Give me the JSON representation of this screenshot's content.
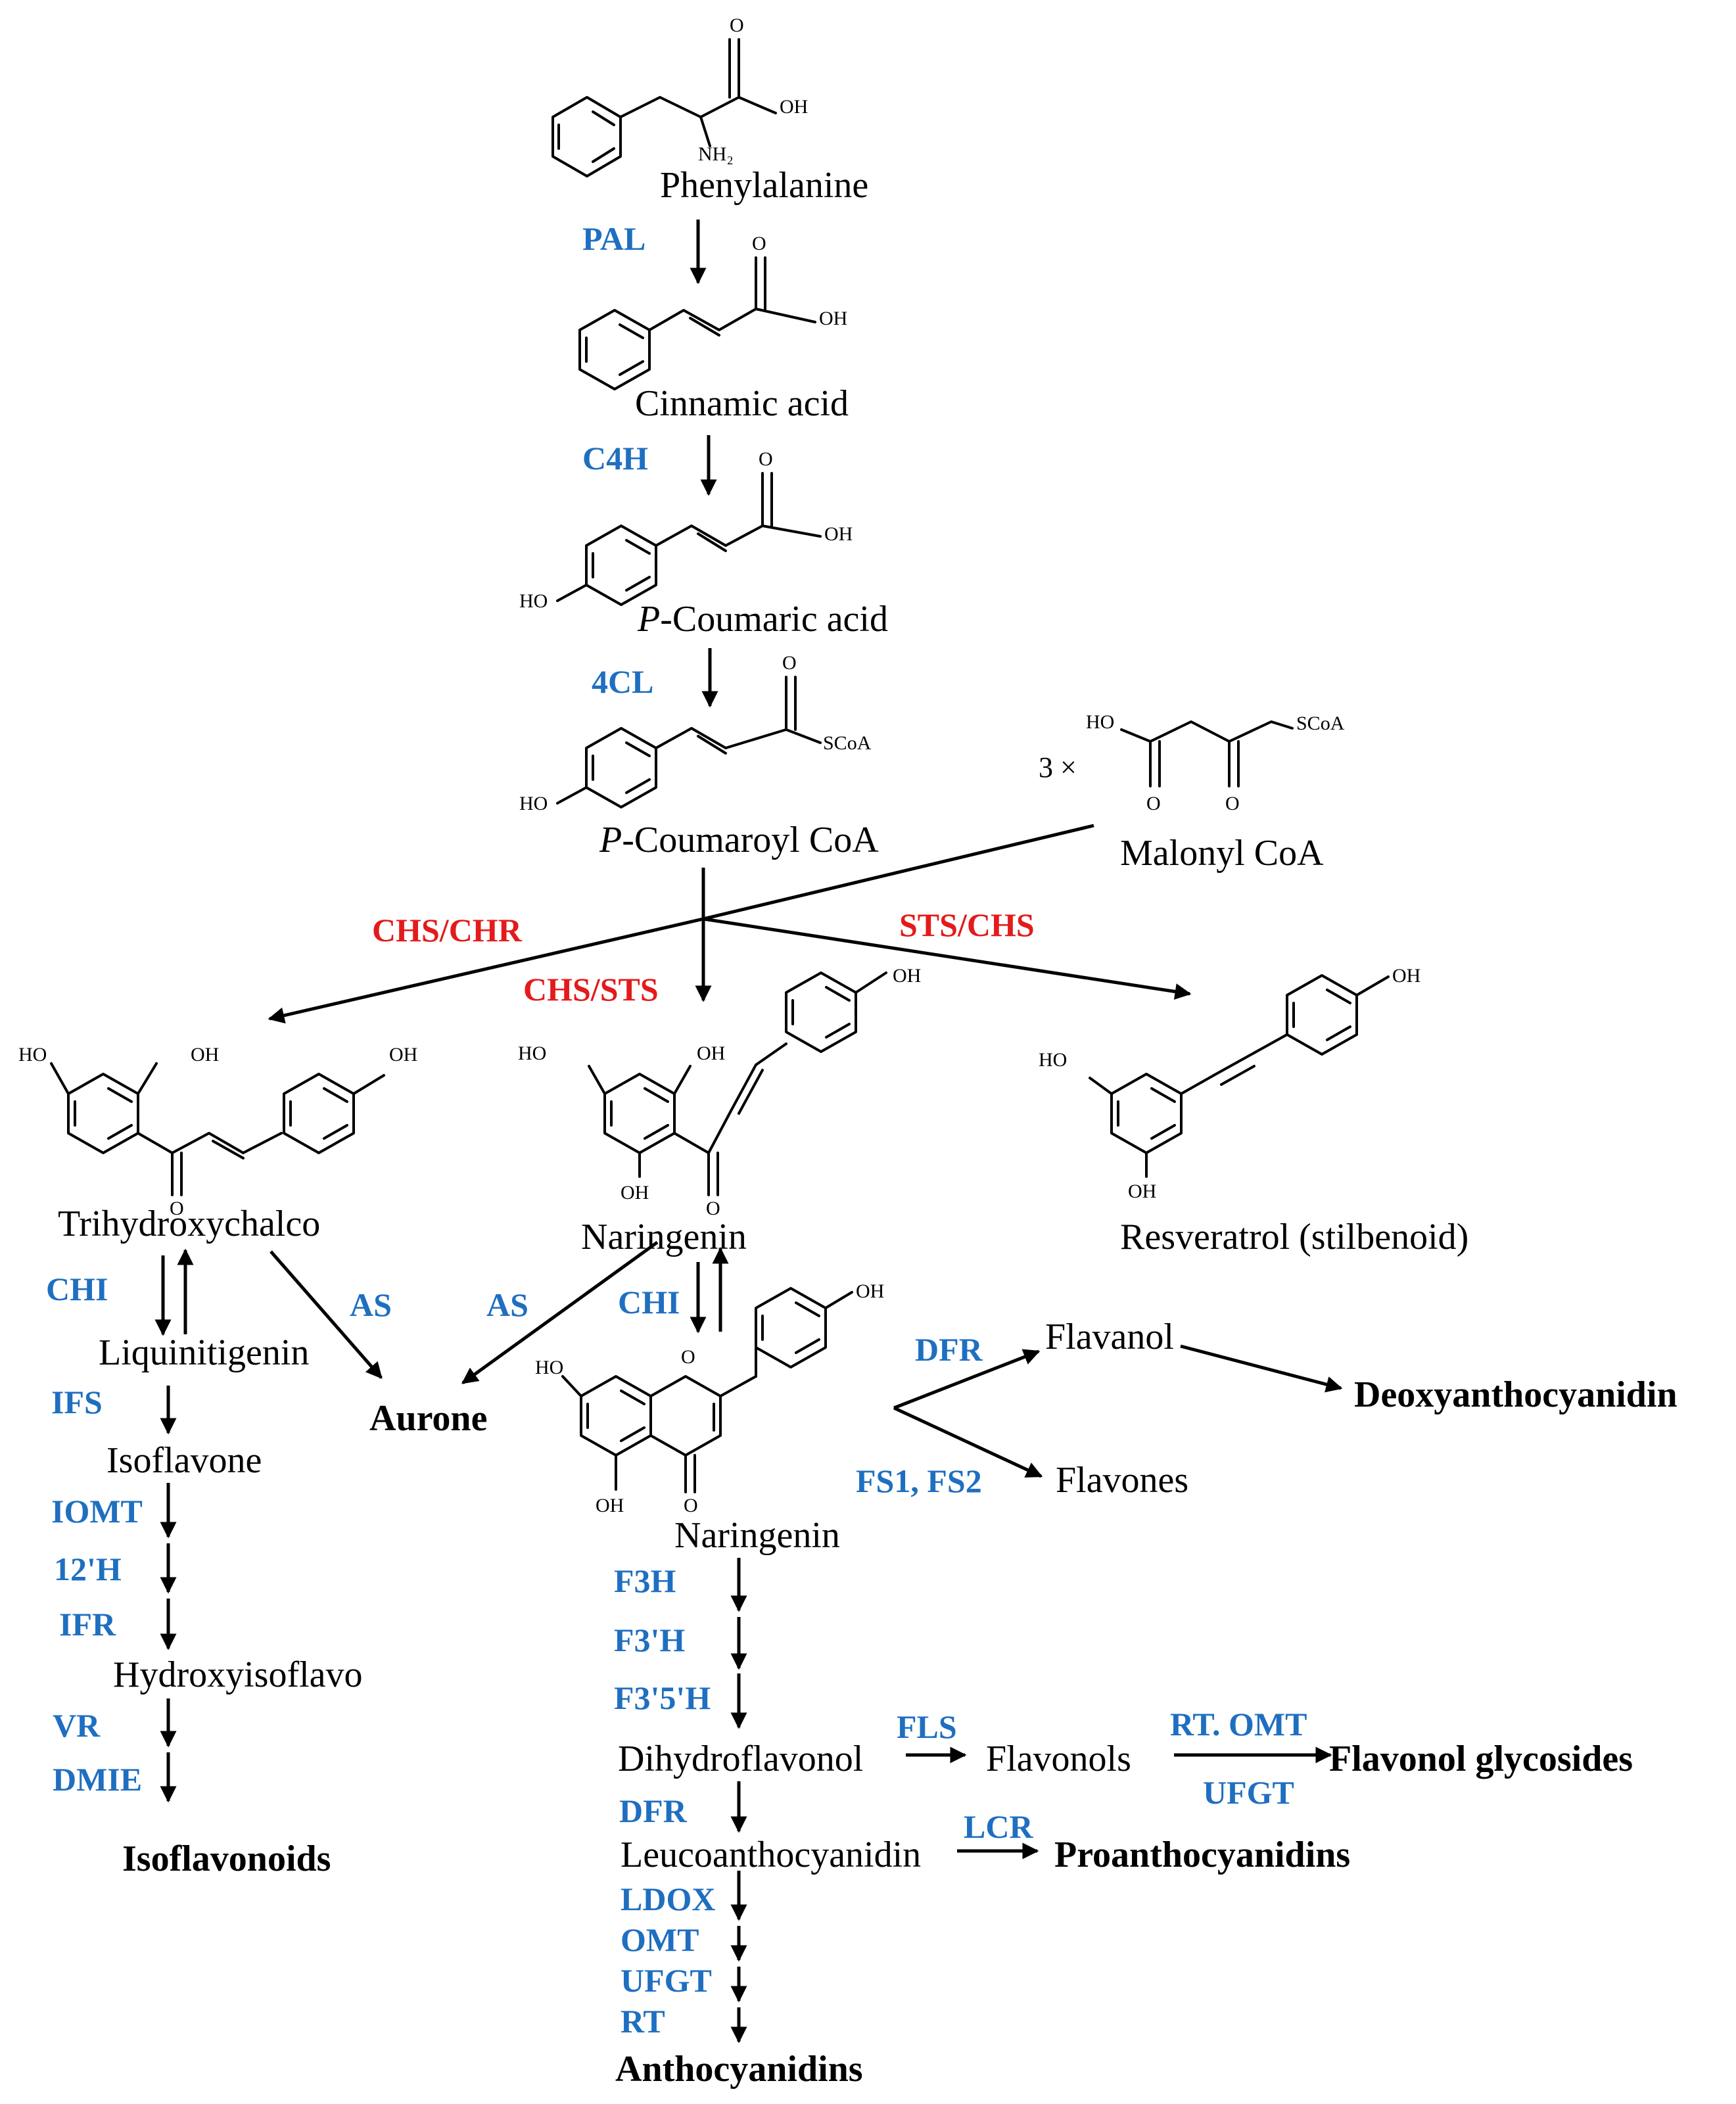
{
  "colors": {
    "enzyme": "#1f6fc0",
    "enzyme_key": "#e31b1b",
    "text": "#000000"
  },
  "compounds": {
    "phenylalanine": "Phenylalanine",
    "cinnamic_acid": "Cinnamic acid",
    "p_coumaric_prefix": "P",
    "p_coumaric_rest": "-Coumaric acid",
    "p_coumaroyl_prefix": "P",
    "p_coumaroyl_rest": "-Coumaroyl CoA",
    "malonyl_coa": "Malonyl CoA",
    "malonyl_mult": "3 ×",
    "trihydroxychalco": "Trihydroxychalco",
    "naringenin_chalcone": "Naringenin",
    "resveratrol": "Resveratrol (stilbenoid)",
    "liquinitigenin": "Liquinitigenin",
    "isoflavone": "Isoflavone",
    "hydroxyisoflavo": "Hydroxyisoflavo",
    "naringenin": "Naringenin",
    "flavanol": "Flavanol",
    "flavones": "Flavones",
    "dihydroflavonol": "Dihydroflavonol",
    "flavonols": "Flavonols",
    "leucoanthocyanidin": "Leucoanthocyanidin"
  },
  "end_products": {
    "isoflavonoids": "Isoflavonoids",
    "aurone": "Aurone",
    "deoxyanthocyanidin": "Deoxyanthocyanidin",
    "flavonol_glycosides": "Flavonol glycosides",
    "proanthocyanidins": "Proanthocyanidins",
    "anthocyanidins": "Anthocyanidins"
  },
  "enzymes": {
    "pal": "PAL",
    "c4h": "C4H",
    "cl4": "4CL",
    "chs_chr": "CHS/CHR",
    "chs_sts": "CHS/STS",
    "sts_chs": "STS/CHS",
    "chi_left": "CHI",
    "as_left": "AS",
    "as_right": "AS",
    "chi_mid": "CHI",
    "ifs": "IFS",
    "iomt": "IOMT",
    "h12": "12'H",
    "ifr": "IFR",
    "vr": "VR",
    "dmie": "DMIE",
    "dfr_top": "DFR",
    "fs": "FS1, FS2",
    "f3h": "F3H",
    "f3ph": "F3'H",
    "f35h": "F3'5'H",
    "fls": "FLS",
    "rt_omt": "RT. OMT",
    "ufgt_fl": "UFGT",
    "dfr_low": "DFR",
    "lcr": "LCR",
    "ldox": "LDOX",
    "omt": "OMT",
    "ufgt": "UFGT",
    "rt": "RT"
  },
  "atoms": {
    "phe_oh": "OH",
    "phe_o": "O",
    "phe_nh2": "NH₂",
    "cin_oh": "OH",
    "cin_o": "O",
    "cou_oh": "OH",
    "cou_o": "O",
    "cou_ho": "HO",
    "coa_s": "SCoA",
    "coa_o": "O",
    "coa_ho": "HO",
    "mal_ho": "HO",
    "mal_s": "SCoA",
    "mal_o1": "O",
    "mal_o2": "O",
    "tri_ho": "HO",
    "tri_oh1": "OH",
    "tri_oh2": "OH",
    "tri_o": "O",
    "nc_ho": "HO",
    "nc_oh1": "OH",
    "nc_oh2": "OH",
    "nc_oh3": "OH",
    "nc_o": "O",
    "res_ho": "HO",
    "res_oh1": "OH",
    "res_oh2": "OH",
    "nar_ho": "HO",
    "nar_oh1": "OH",
    "nar_oh2": "OH",
    "nar_o1": "O",
    "nar_o2": "O"
  }
}
